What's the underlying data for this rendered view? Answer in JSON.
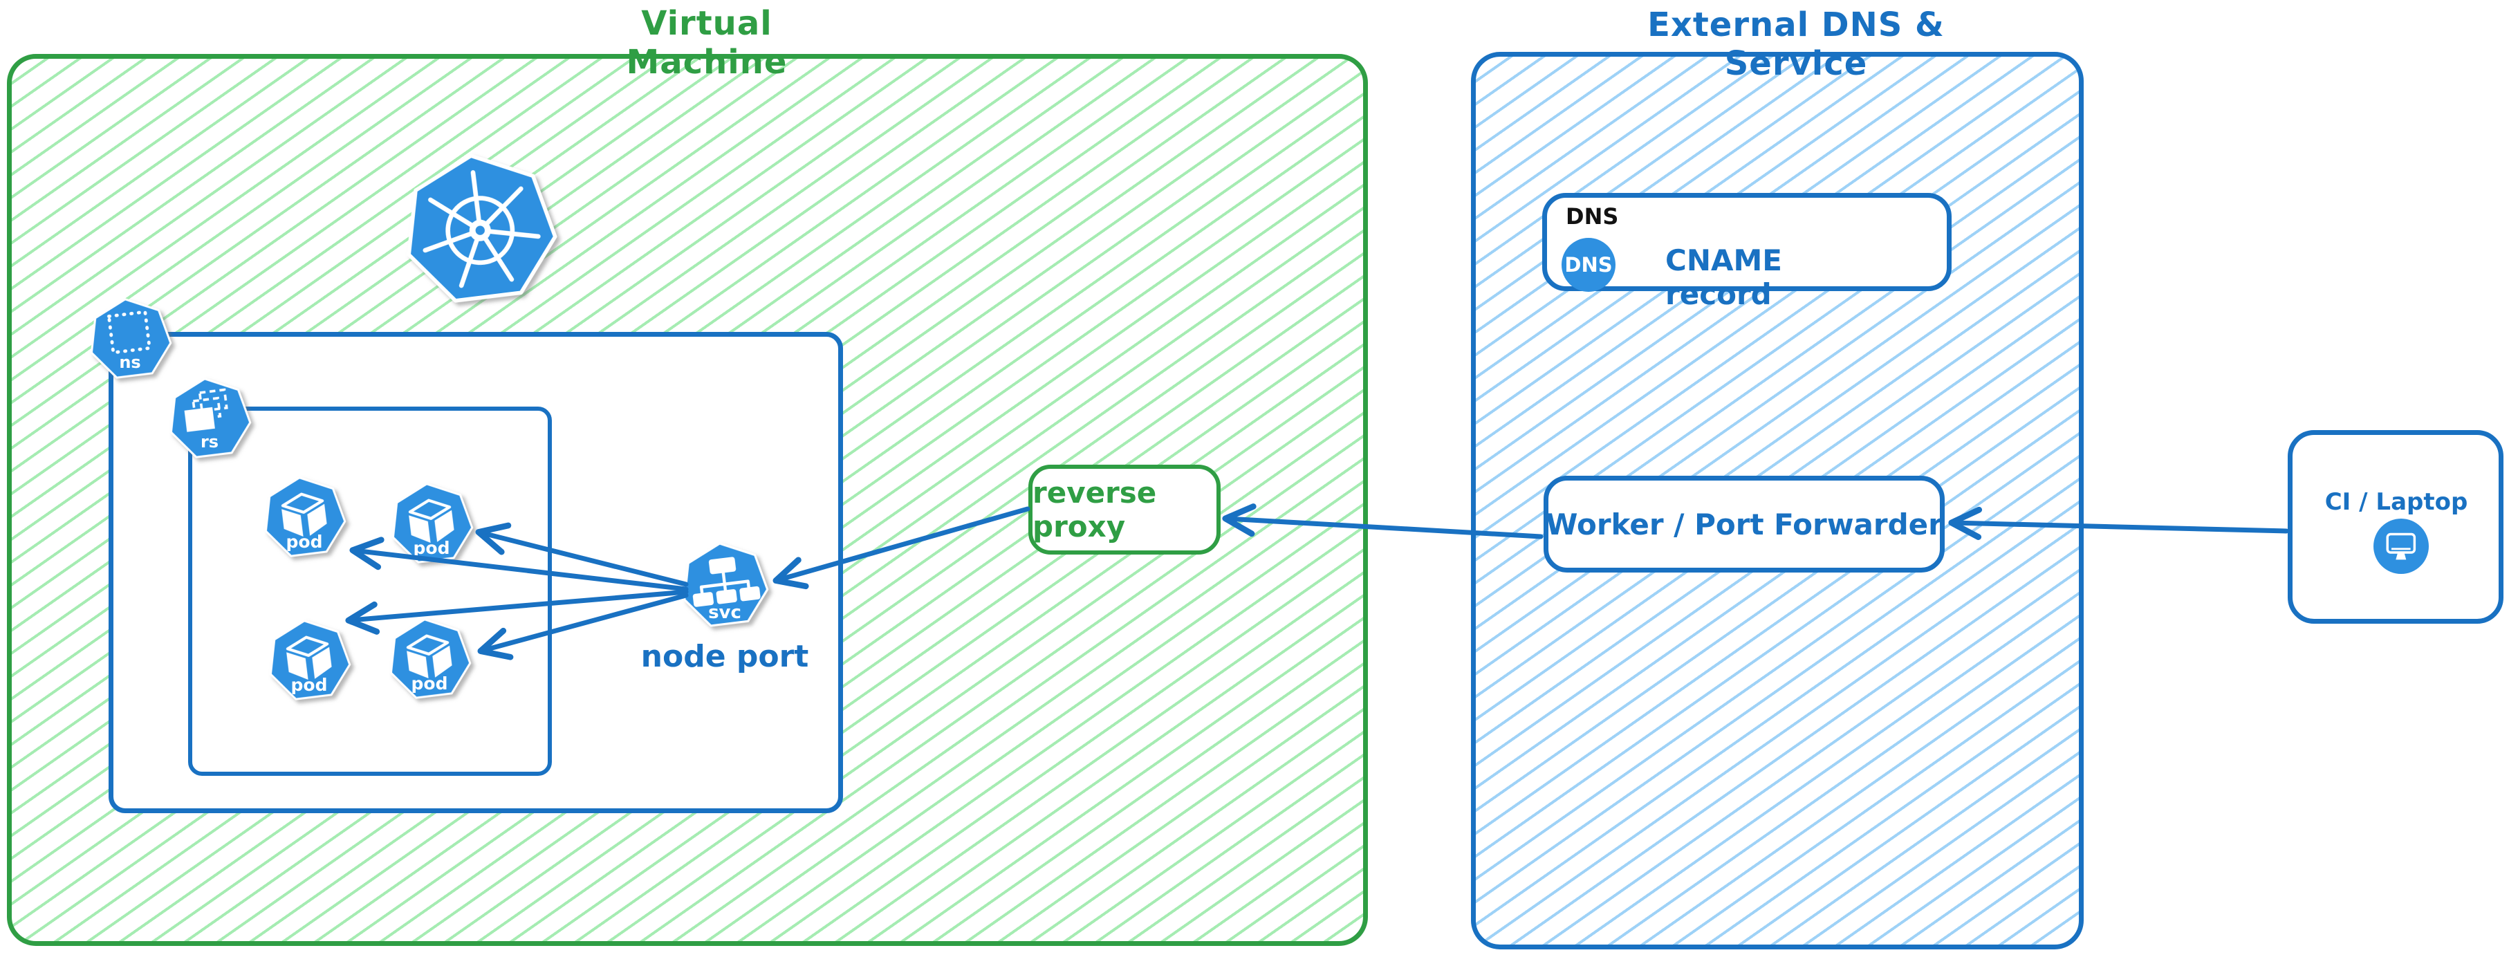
{
  "diagram": {
    "vm": {
      "title": "Virtual Machine"
    },
    "external": {
      "title": "External DNS & Service"
    },
    "kubernetes_logo": "kubernetes",
    "namespace": {
      "badge": "ns"
    },
    "replicaset": {
      "badge": "rs"
    },
    "pods": [
      {
        "label": "pod"
      },
      {
        "label": "pod"
      },
      {
        "label": "pod"
      },
      {
        "label": "pod"
      }
    ],
    "service": {
      "badge": "svc",
      "caption": "node port"
    },
    "reverse_proxy": {
      "label": "reverse proxy"
    },
    "dns": {
      "frame_label": "DNS",
      "badge": "DNS",
      "record": "CNAME record"
    },
    "worker": {
      "label": "Worker / Port Forwarder"
    },
    "ci": {
      "label": "CI / Laptop"
    },
    "edges": [
      {
        "from": "node-port-service",
        "to": "pod-1"
      },
      {
        "from": "node-port-service",
        "to": "pod-2"
      },
      {
        "from": "node-port-service",
        "to": "pod-3"
      },
      {
        "from": "node-port-service",
        "to": "pod-4"
      },
      {
        "from": "reverse-proxy",
        "to": "node-port-service"
      },
      {
        "from": "worker-port-forwarder",
        "to": "reverse-proxy"
      },
      {
        "from": "ci-laptop",
        "to": "worker-port-forwarder"
      }
    ],
    "colors": {
      "green": "#2f9e44",
      "green_hatch": "#a5ecb2",
      "blue": "#1971c2",
      "blue_hatch": "#9ed2f7",
      "icon_blue": "#2e90e0"
    }
  }
}
